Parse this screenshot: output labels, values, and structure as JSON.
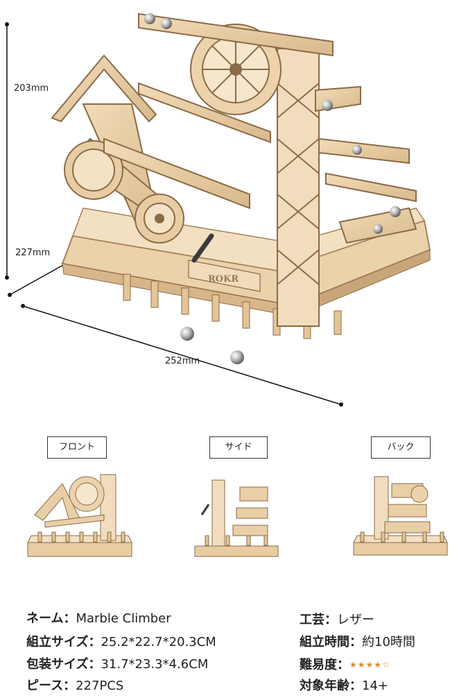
{
  "dimensions": {
    "height": "203mm",
    "depth": "227mm",
    "width": "252mm"
  },
  "model_logo": "ROKR",
  "views": [
    {
      "label": "フロント"
    },
    {
      "label": "サイド"
    },
    {
      "label": "バック"
    }
  ],
  "specs_left": [
    {
      "key": "ネーム：",
      "value": "Marble Climber"
    },
    {
      "key": "組立サイズ：",
      "value": "25.2*22.7*20.3CM"
    },
    {
      "key": "包装サイズ：",
      "value": "31.7*23.3*4.6CM"
    },
    {
      "key": "ピース：",
      "value": "227PCS"
    }
  ],
  "specs_right": [
    {
      "key": "工芸：",
      "value": "レザー"
    },
    {
      "key": "組立時間：",
      "value": "約10時間"
    },
    {
      "key": "難易度：",
      "value": "",
      "stars": "★★★★☆",
      "rating": 4,
      "max_rating": 5
    },
    {
      "key": "対象年齢：",
      "value": "14+"
    }
  ],
  "colors": {
    "wood": "#e9cfa6",
    "wood_dark": "#b8926a",
    "star": "#e0892c"
  }
}
